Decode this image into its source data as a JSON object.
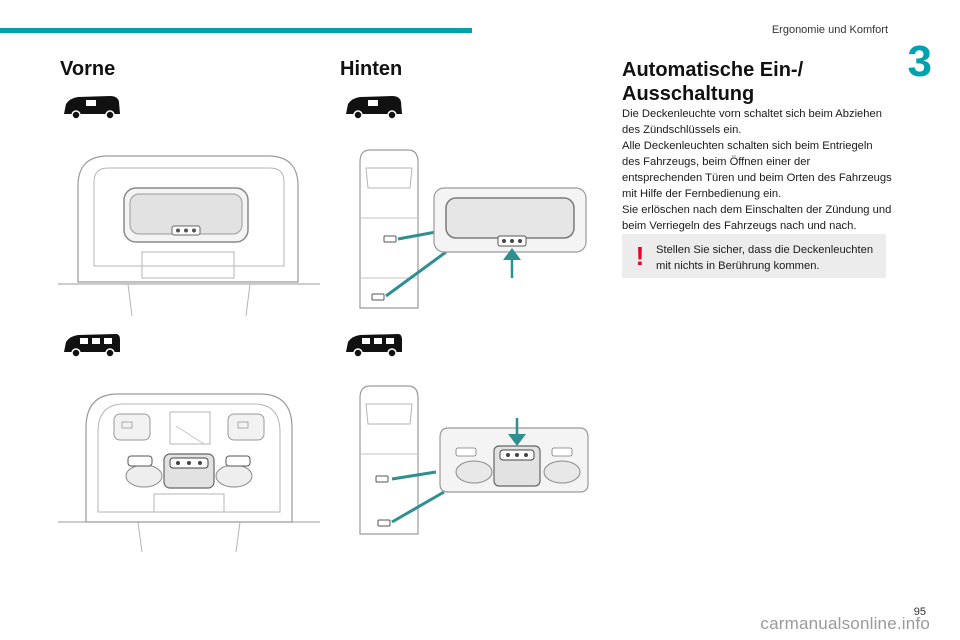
{
  "header": {
    "section_title": "Ergonomie und Komfort",
    "chapter_number": "3"
  },
  "columns": {
    "front": {
      "title": "Vorne"
    },
    "rear": {
      "title": "Hinten"
    },
    "auto": {
      "title": "Automatische Ein-/ Ausschaltung",
      "paragraphs": [
        "Die Deckenleuchte vorn schaltet sich beim Abziehen des Zündschlüssels ein.",
        "Alle Deckenleuchten schalten sich beim Entriegeln des Fahrzeugs, beim Öffnen einer der entsprechenden Türen und beim Orten des Fahrzeugs mit Hilfe der Fernbedienung ein.",
        "Sie erlöschen nach dem Einschalten der Zündung und beim Verriegeln des Fahrzeugs nach und nach."
      ],
      "warning": {
        "mark": "!",
        "text": "Stellen Sie sicher, dass die Deckenleuchten mit nichts in Berührung kommen."
      }
    }
  },
  "footer": {
    "page_number": "95",
    "watermark": "carmanualsonline.info"
  },
  "colors": {
    "accent": "#00a3ad",
    "warning": "#e3002b",
    "line_art": "#9a9a9a"
  }
}
